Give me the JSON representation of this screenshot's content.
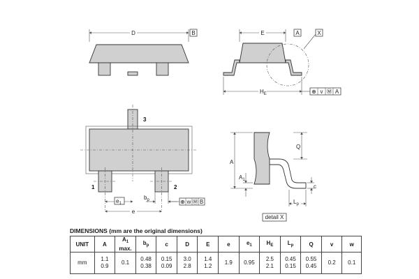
{
  "drawing": {
    "top_view": {
      "dimension_D": "D",
      "datum_B": "B"
    },
    "side_view": {
      "dimension_E": "E",
      "datum_A": "A",
      "detail_marker": "X",
      "dimension_HE": "H",
      "dimension_HE_sub": "E",
      "tolerance_frame": [
        "⊕",
        "v",
        "Ⓜ",
        "A"
      ]
    },
    "footprint_view": {
      "pin_1": "1",
      "pin_2": "2",
      "pin_3": "3",
      "dimension_e1": "e",
      "dimension_e1_sub": "1",
      "dimension_bp": "b",
      "dimension_bp_sub": "p",
      "dimension_e": "e",
      "tolerance_frame": [
        "⊕",
        "w",
        "Ⓜ",
        "B"
      ]
    },
    "detail_view": {
      "dimension_Q": "Q",
      "dimension_A": "A",
      "dimension_A1": "A",
      "dimension_A1_sub": "1",
      "dimension_c": "c",
      "dimension_Lp": "L",
      "dimension_Lp_sub": "p",
      "caption": "detail X"
    }
  },
  "dimensions": {
    "title": "DIMENSIONS (mm are the original dimensions)",
    "headers": [
      {
        "main": "UNIT",
        "sub": "",
        "extra": ""
      },
      {
        "main": "A",
        "sub": "",
        "extra": ""
      },
      {
        "main": "A",
        "sub": "1",
        "extra": "max."
      },
      {
        "main": "b",
        "sub": "p",
        "extra": ""
      },
      {
        "main": "c",
        "sub": "",
        "extra": ""
      },
      {
        "main": "D",
        "sub": "",
        "extra": ""
      },
      {
        "main": "E",
        "sub": "",
        "extra": ""
      },
      {
        "main": "e",
        "sub": "",
        "extra": ""
      },
      {
        "main": "e",
        "sub": "1",
        "extra": ""
      },
      {
        "main": "H",
        "sub": "E",
        "extra": ""
      },
      {
        "main": "L",
        "sub": "p",
        "extra": ""
      },
      {
        "main": "Q",
        "sub": "",
        "extra": ""
      },
      {
        "main": "v",
        "sub": "",
        "extra": ""
      },
      {
        "main": "w",
        "sub": "",
        "extra": ""
      }
    ],
    "row": [
      {
        "line1": "mm",
        "line2": ""
      },
      {
        "line1": "1.1",
        "line2": "0.9"
      },
      {
        "line1": "0.1",
        "line2": ""
      },
      {
        "line1": "0.48",
        "line2": "0.38"
      },
      {
        "line1": "0.15",
        "line2": "0.09"
      },
      {
        "line1": "3.0",
        "line2": "2.8"
      },
      {
        "line1": "1.4",
        "line2": "1.2"
      },
      {
        "line1": "1.9",
        "line2": ""
      },
      {
        "line1": "0.95",
        "line2": ""
      },
      {
        "line1": "2.5",
        "line2": "2.1"
      },
      {
        "line1": "0.45",
        "line2": "0.15"
      },
      {
        "line1": "0.55",
        "line2": "0.45"
      },
      {
        "line1": "0.2",
        "line2": ""
      },
      {
        "line1": "0.1",
        "line2": ""
      }
    ]
  }
}
